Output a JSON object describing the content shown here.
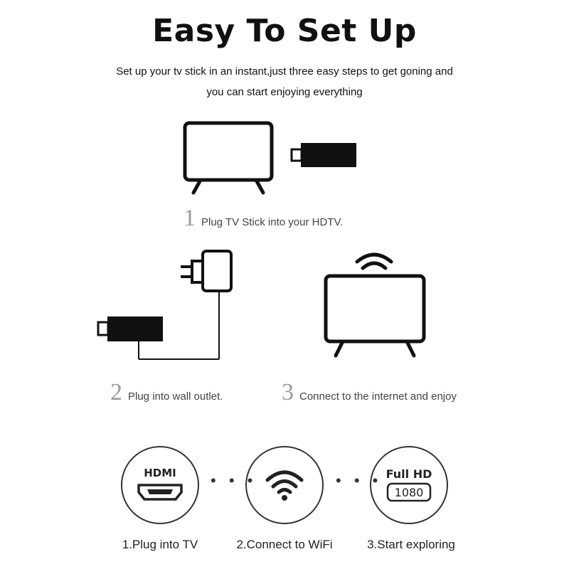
{
  "header": {
    "title": "Easy To Set Up",
    "subtitle_line1": "Set up your tv stick in an instant,just three easy steps to get goning and",
    "subtitle_line2": "you can start enjoying everything"
  },
  "steps": [
    {
      "number": "1",
      "text": "Plug TV Stick into your HDTV."
    },
    {
      "number": "2",
      "text": "Plug into wall outlet."
    },
    {
      "number": "3",
      "text": "Connect to the internet and enjoy"
    }
  ],
  "features": [
    {
      "icon": "hdmi-icon",
      "label": "HDMI",
      "caption": "1.Plug into TV"
    },
    {
      "icon": "wifi-icon",
      "caption": "2.Connect to WiFi"
    },
    {
      "icon": "fullhd-icon",
      "label_top": "Full HD",
      "label_bottom": "1080",
      "caption": "3.Start exploring"
    }
  ],
  "dots": "• • •",
  "colors": {
    "ink": "#111111",
    "step_number": "#9a9a9a",
    "step_text": "#444444"
  }
}
